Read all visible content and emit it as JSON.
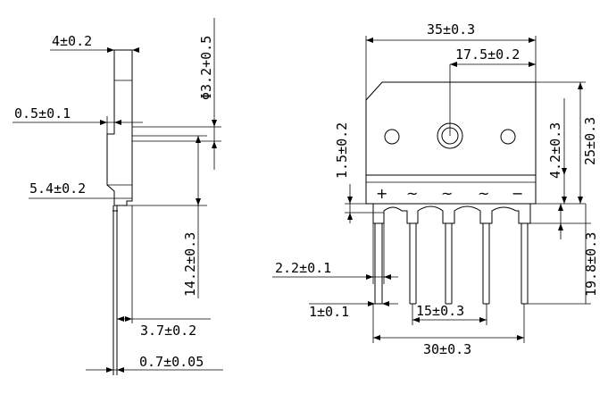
{
  "side_view": {
    "dims": {
      "width_top": "4±0.2",
      "hole_dia": "Φ3.2+0.5",
      "offset": "0.5±0.1",
      "body_thickness": "5.4±0.2",
      "lead_length": "14.2±0.3",
      "lead_offset": "3.7±0.2",
      "lead_thickness": "0.7±0.05"
    }
  },
  "front_view": {
    "dims": {
      "overall_width": "35±0.3",
      "hole_center": "17.5±0.2",
      "overall_height": "25±0.3",
      "hole_height": "4.2±0.3",
      "shoulder_height": "1.5±0.2",
      "lead_height": "19.8±0.3",
      "lead_width": "2.2±0.1",
      "lead_tip": "1±0.1",
      "pin_pitch": "15±0.3",
      "pin_span": "30±0.3"
    },
    "pin_labels": [
      "+",
      "~",
      "~",
      "~",
      "−"
    ]
  }
}
